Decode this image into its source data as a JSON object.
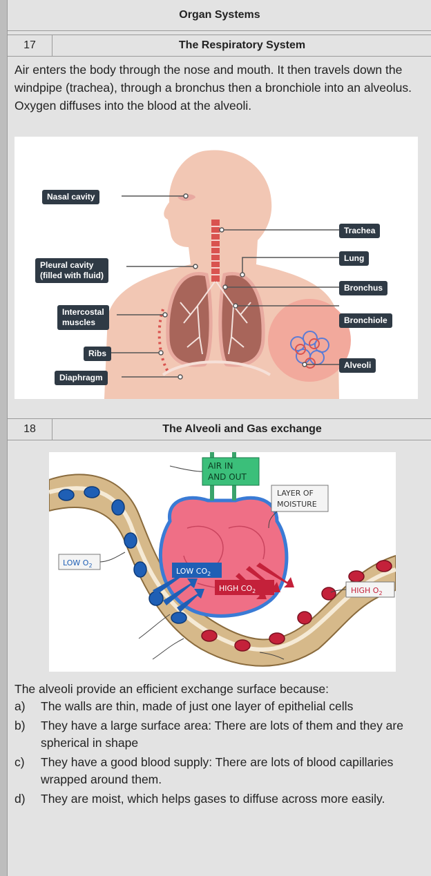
{
  "header": {
    "title": "Organ Systems"
  },
  "section17": {
    "number": "17",
    "title": "The Respiratory System",
    "text": "Air enters the body through the nose and mouth. It then travels down the windpipe (trachea), through a bronchus then a bronchiole into an alveolus. Oxygen diffuses into the blood at the alveoli.",
    "diagram_labels": {
      "nasal": "Nasal cavity",
      "pleural1": "Pleural cavity",
      "pleural2": "(filled with fluid)",
      "intercostal1": "Intercostal",
      "intercostal2": "muscles",
      "ribs": "Ribs",
      "diaphragm": "Diaphragm",
      "trachea": "Trachea",
      "lung": "Lung",
      "bronchus": "Bronchus",
      "bronchiole": "Bronchiole",
      "alveoli": "Alveoli"
    }
  },
  "section18": {
    "number": "18",
    "title": "The Alveoli and Gas exchange",
    "diagram_labels": {
      "air1": "AIR IN",
      "air2": "AND OUT",
      "layer1": "LAYER OF",
      "layer2": "MOISTURE",
      "low_o2": "LOW O",
      "high_o2": "HIGH O",
      "low_co2": "LOW CO",
      "high_co2": "HIGH CO",
      "sub2": "2"
    },
    "intro": "The alveoli provide an efficient exchange surface because:",
    "points": [
      {
        "marker": "a)",
        "text": "The walls are thin, made of just one layer of epithelial cells"
      },
      {
        "marker": "b)",
        "text": "They have a large surface area: There are lots of them and they are spherical in shape"
      },
      {
        "marker": "c)",
        "text": "They have a good blood supply: There are lots of blood capillaries wrapped around them."
      },
      {
        "marker": "d)",
        "text": "They are moist, which helps gases to diffuse across more easily."
      }
    ]
  }
}
